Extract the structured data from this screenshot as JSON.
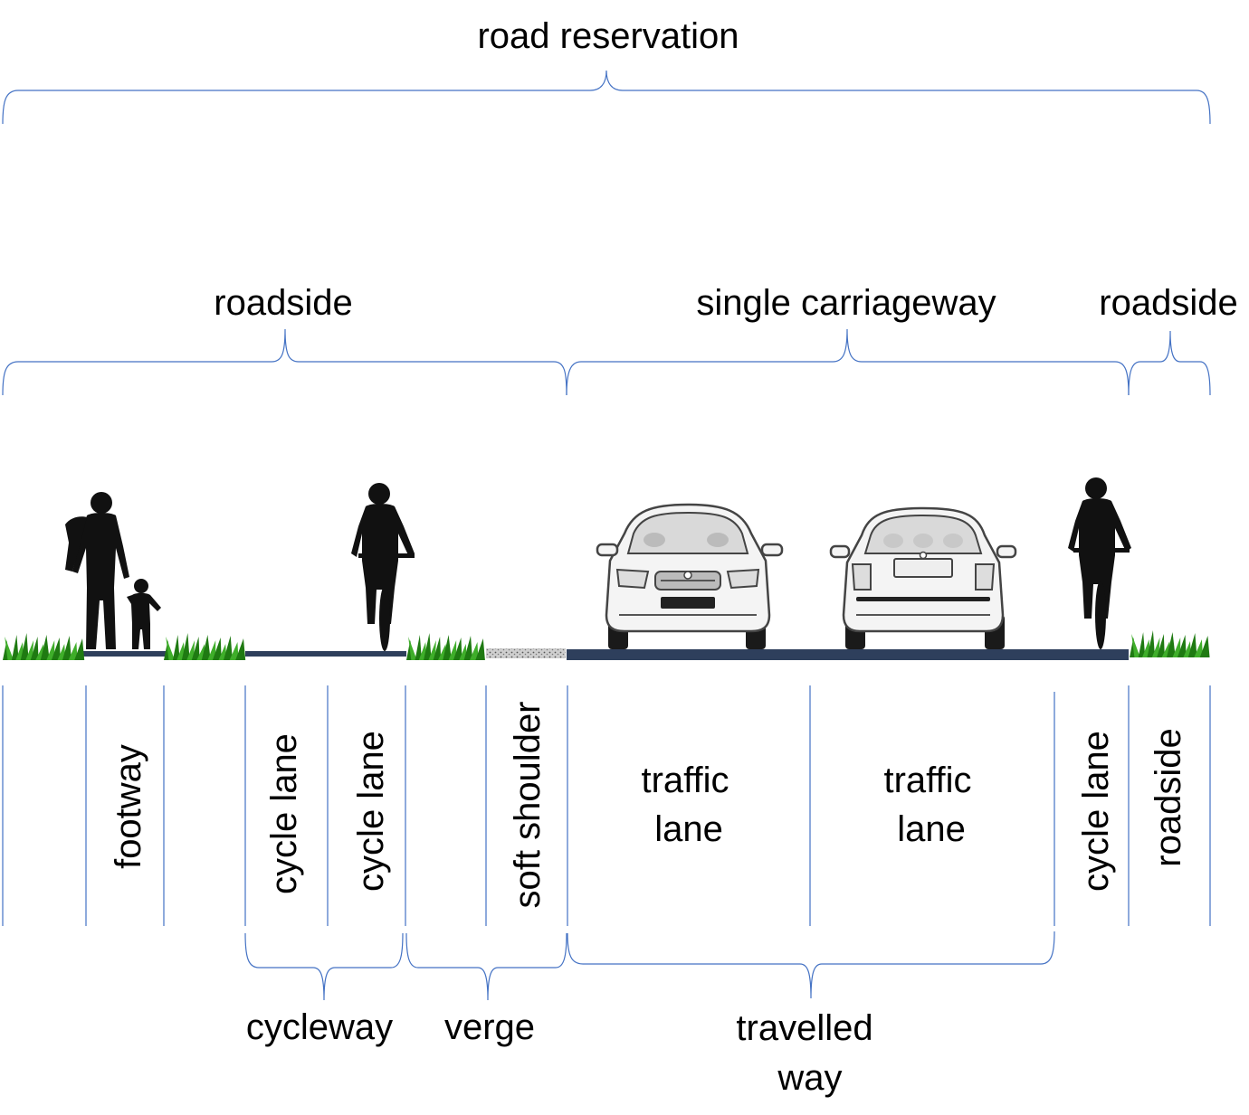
{
  "top_label": "road reservation",
  "upper_labels": {
    "roadside_left": "roadside",
    "single_carriageway": "single carriageway",
    "roadside_right": "roadside"
  },
  "column_labels": {
    "footway": "footway",
    "cycle_lane_1": "cycle lane",
    "cycle_lane_2": "cycle lane",
    "soft_shoulder": "soft shoulder",
    "traffic_lane_1": [
      "traffic",
      "lane"
    ],
    "traffic_lane_2": [
      "traffic",
      "lane"
    ],
    "cycle_lane_3": "cycle lane",
    "roadside": "roadside"
  },
  "bottom_labels": {
    "cycleway": "cycleway",
    "verge": "verge",
    "travelled_way": [
      "travelled",
      "way"
    ]
  },
  "colors": {
    "brace": "#4472c4",
    "road_surface": "#2e3f5c",
    "grass": "#3fae2a",
    "silhouette": "#111111"
  },
  "icons": [
    "pedestrian-adult-silhouette",
    "pedestrian-child-silhouette",
    "cyclist-silhouette",
    "car-front",
    "car-rear",
    "grass-tuft",
    "soft-shoulder-gravel"
  ]
}
